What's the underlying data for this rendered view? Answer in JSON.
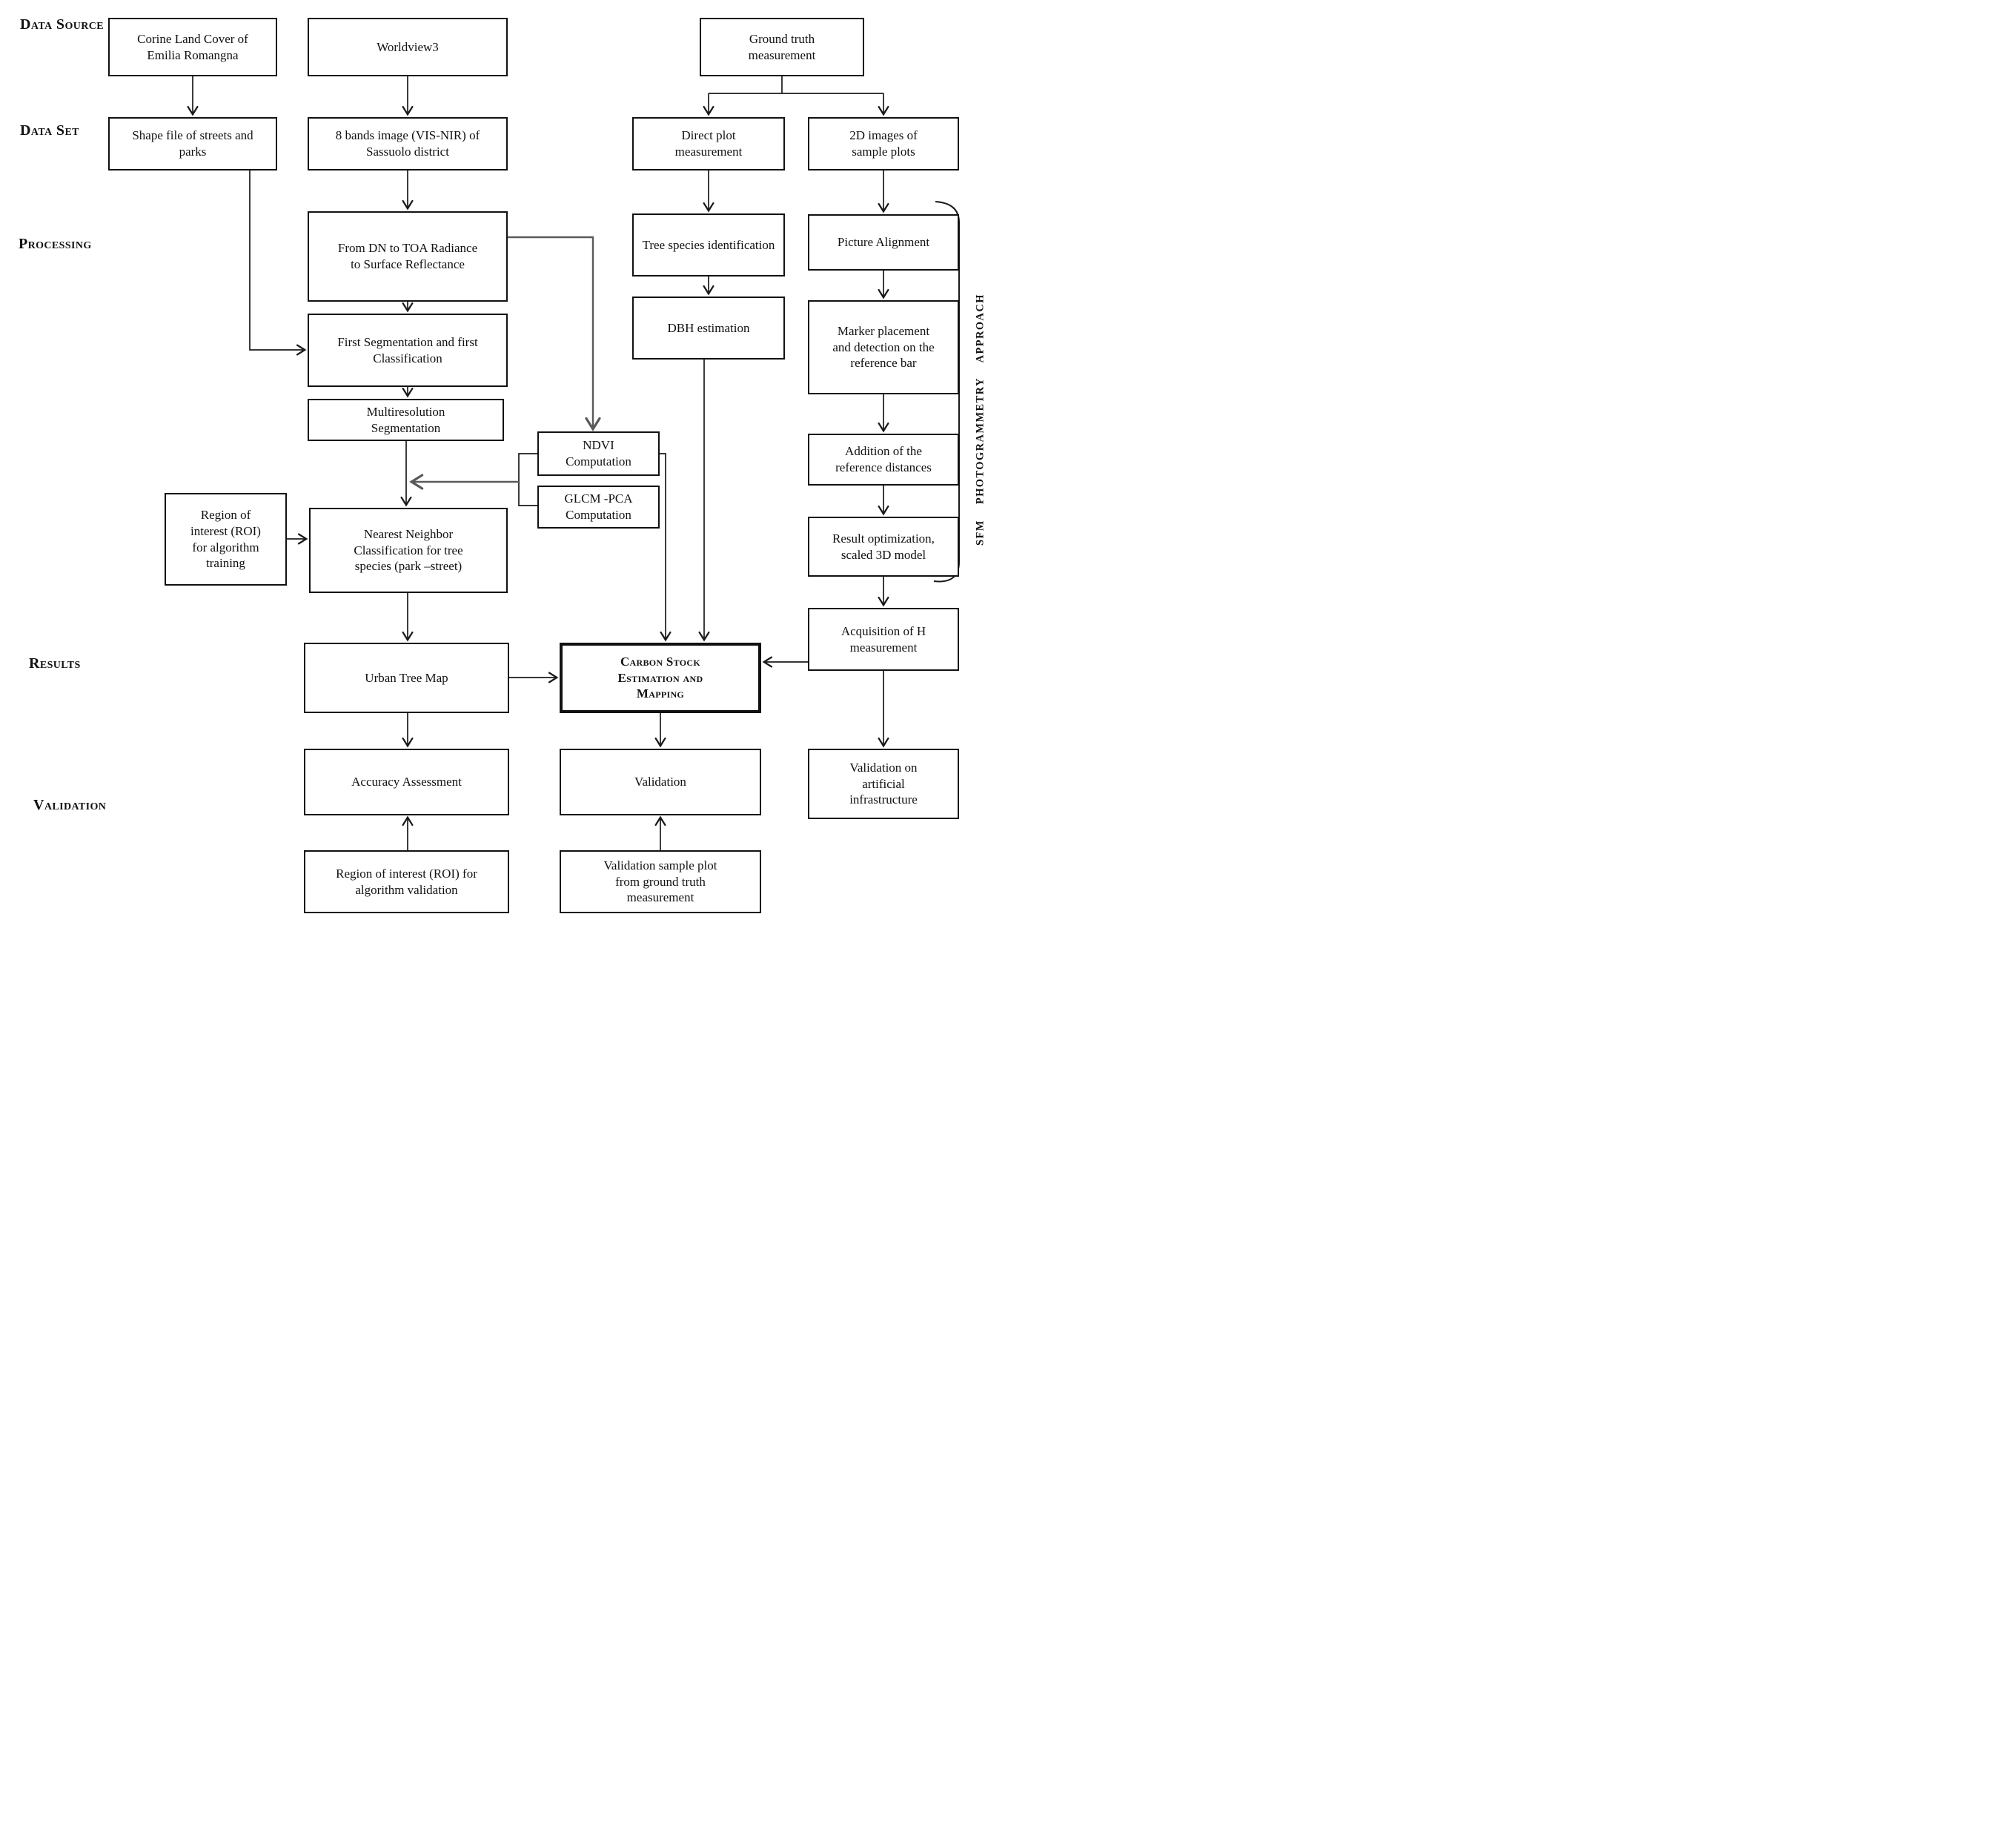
{
  "row_labels": {
    "data_source": "Data Source",
    "data_set": "Data Set",
    "processing": "Processing",
    "results": "Results",
    "validation": "Validation"
  },
  "side_label": "SFM PHOTOGRAMMETRY APPROACH",
  "nodes": {
    "corine": {
      "label": "Corine Land Cover of Emilia Romangna"
    },
    "worldview": {
      "label": "Worldview3"
    },
    "ground_truth": {
      "label": "Ground truth measurement"
    },
    "shape_file": {
      "label": "Shape file of streets and parks"
    },
    "bands8": {
      "label": "8 bands image (VIS-NIR) of Sassuolo district"
    },
    "direct_plot": {
      "label": "Direct plot measurement"
    },
    "images_2d": {
      "label": "2D images of sample plots"
    },
    "dn_toa": {
      "label": "From DN to TOA Radiance to Surface Reflectance"
    },
    "tree_species": {
      "label": "Tree species identification"
    },
    "picture_alignment": {
      "label": "Picture Alignment"
    },
    "first_segmentation": {
      "label": "First Segmentation and first Classification"
    },
    "dbh": {
      "label": "DBH estimation"
    },
    "marker_placement": {
      "label": "Marker placement and detection on the reference bar"
    },
    "multiresolution": {
      "label": "Multiresolution Segmentation"
    },
    "ndvi": {
      "label": "NDVI Computation"
    },
    "glcm": {
      "label": "GLCM -PCA Computation"
    },
    "addition_ref": {
      "label": "Addition of the reference distances"
    },
    "roi_training": {
      "label": "Region of interest (ROI) for algorithm training"
    },
    "nearest_neighbor": {
      "label": "Nearest Neighbor Classification for tree species (park –street)"
    },
    "result_optimization": {
      "label": "Result optimization, scaled 3D model"
    },
    "acquisition_h": {
      "label": "Acquisition of H measurement"
    },
    "urban_tree_map": {
      "label": "Urban Tree Map"
    },
    "carbon_stock": {
      "label": "Carbon Stock Estimation and Mapping"
    },
    "accuracy": {
      "label": "Accuracy Assessment"
    },
    "validation_box": {
      "label": "Validation"
    },
    "validation_artificial": {
      "label": "Validation on artificial infrastructure"
    },
    "roi_validation": {
      "label": "Region of interest (ROI) for algorithm validation"
    },
    "validation_sample": {
      "label": "Validation sample plot from ground truth measurement"
    }
  },
  "colors": {
    "line": "#1a1a1a",
    "secondary_line": "#5a5a5a",
    "node_border": "#111111",
    "background": "#ffffff"
  }
}
